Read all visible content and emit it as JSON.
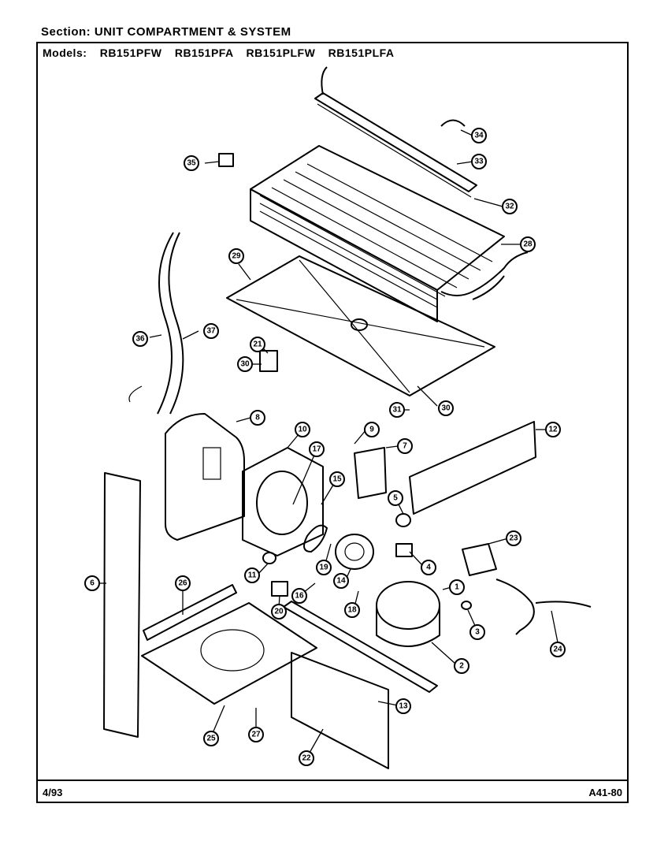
{
  "header": {
    "section_label": "Section:",
    "section_value": "UNIT COMPARTMENT & SYSTEM",
    "models_label": "Models:",
    "models": [
      "RB151PFW",
      "RB151PFA",
      "RB151PLFW",
      "RB151PLFA"
    ]
  },
  "footer": {
    "date": "4/93",
    "page_code": "A41-80"
  },
  "callouts": [
    "1",
    "2",
    "3",
    "4",
    "5",
    "6",
    "7",
    "8",
    "9",
    "10",
    "11",
    "12",
    "13",
    "14",
    "15",
    "16",
    "17",
    "18",
    "19",
    "20",
    "21",
    "22",
    "23",
    "24",
    "25",
    "26",
    "27",
    "28",
    "29",
    "30",
    "31",
    "32",
    "33",
    "34",
    "35",
    "36",
    "37"
  ]
}
